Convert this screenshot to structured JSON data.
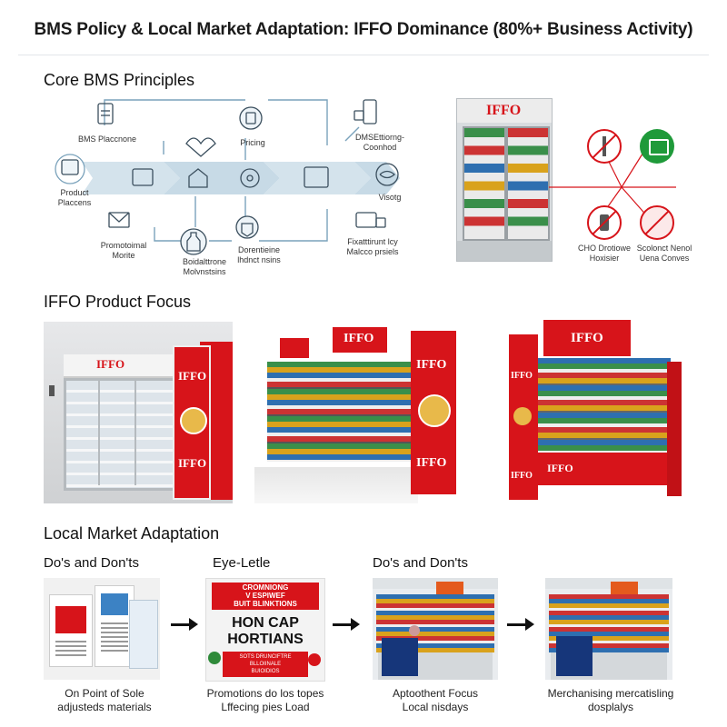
{
  "title": "BMS Policy & Local Market Adaptation: IFFO Dominance (80%+ Business Activity)",
  "brand": "IFFO",
  "colors": {
    "accent": "#d7141a",
    "flow": "#c9dbe6",
    "flow_line": "#6e9ab4",
    "green": "#1f9a3a"
  },
  "core": {
    "heading": "Core BMS Principles",
    "labels": {
      "placement": "BMS Placcnone",
      "pricing": "Pricing",
      "dms": "DMSEttiorng-\nCoonhod",
      "product": "Product\nPlaccens",
      "visiting": "Visotg",
      "promotional": "Promotoimal\nMorite",
      "boidal": "Boidalttrone\nMolvnstsins",
      "dorentic": "Dorentieine\nlhdnct nsins",
      "fixturing": "Fixatttirunt lcy\nMalcco prsiels",
      "cho": "CHO Drotiowe\nHoxisier",
      "scolonet": "Scolonct Nenol\nUena Conves"
    }
  },
  "focus": {
    "heading": "IFFO Product Focus"
  },
  "local": {
    "heading": "Local Market Adaptation",
    "columns": [
      {
        "subtitle": "Do's and Don'ts",
        "caption": "On Point of Sole\nadjusteds materials"
      },
      {
        "subtitle": "Eye-Letle",
        "caption": "Promotions do los topes\nLffecing pies Load"
      },
      {
        "subtitle": "Do's and Don'ts",
        "caption": "Aptoothent Focus\nLocal nisdays"
      },
      {
        "subtitle": "",
        "caption": "Merchanising mercatisling\ndosplalys"
      }
    ],
    "poster": {
      "line1": "CROMNIONG",
      "line2": "V ESPIWEF",
      "line3": "BUIT BLINKTIONS",
      "big1": "HON CAP",
      "big2": "HORTIANS",
      "small1": "SOTS DRUNCIFTRE",
      "small2": "BLLOIINALE",
      "small3": "BUIOIDIOS"
    }
  }
}
